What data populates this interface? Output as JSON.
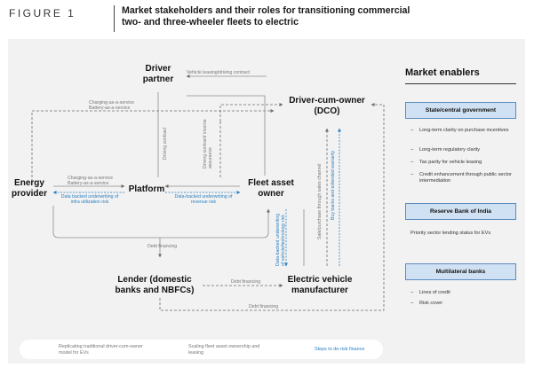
{
  "figure": {
    "label": "FIGURE 1",
    "title": "Market stakeholders and their roles for transitioning commercial two- and three-wheeler fleets to electric"
  },
  "nodes": {
    "driver_partner": "Driver partner",
    "dco": "Driver-cum-owner (DCO)",
    "energy_provider": "Energy provider",
    "platform": "Platform",
    "fleet_asset_owner": "Fleet asset owner",
    "lender": "Lender (domestic banks and NBFCs)",
    "ev_manufacturer": "Electric vehicle manufacturer"
  },
  "edge_labels": {
    "vehicle_leasing": "Vehicle leasing/driving contract",
    "caas_top": "Charging-as-a-service",
    "baas_top": "Battery-as-a-service",
    "driving_contract": "Driving contract",
    "driving_contract_income": "Driving contract/ income assurance",
    "caas_mid": "Charging-as-a-service",
    "baas_mid": "Battery-as-a-service",
    "data_infra": "Data backed underwriting of infra utilization risk",
    "data_revenue": "Data-backed underwriting of revenue risk",
    "sale_purchase": "Sale/purchase through sales channel",
    "buyback": "Buy backs and extended warranty",
    "data_vehicle": "Data-backed underwriting of vehicle/technology risk",
    "debt_financing_mid": "Debt financing",
    "debt_financing_lender": "Debt financing",
    "debt_financing_bottom": "Debt financing"
  },
  "enablers": {
    "title": "Market enablers",
    "sections": [
      {
        "heading": "State/central government",
        "items": [
          "Long-term clarity on purchase incentives",
          "Long-term regulatory clarity",
          "Tax parity for vehicle leasing",
          "Credit enhancement through public sector intermediation"
        ]
      },
      {
        "heading": "Reserve Bank of India",
        "items": [
          "Priority sector lending status for EVs"
        ]
      },
      {
        "heading": "Multilateral banks",
        "items": [
          "Lines of credit",
          "Risk cover"
        ]
      }
    ]
  },
  "legend": {
    "dashed": "Replicating traditional driver-cum-owner model for EVs",
    "solid": "Scaling fleet asset ownership and leasing",
    "blue": "Steps to de-risk finance"
  },
  "colors": {
    "panel_bg": "#f2f2f2",
    "line_gray": "#8c8c8c",
    "dash_dark": "#6b6b6b",
    "blue": "#2a7fc0",
    "box_fill": "#cfe1f2",
    "box_border": "#5b8cbf"
  }
}
